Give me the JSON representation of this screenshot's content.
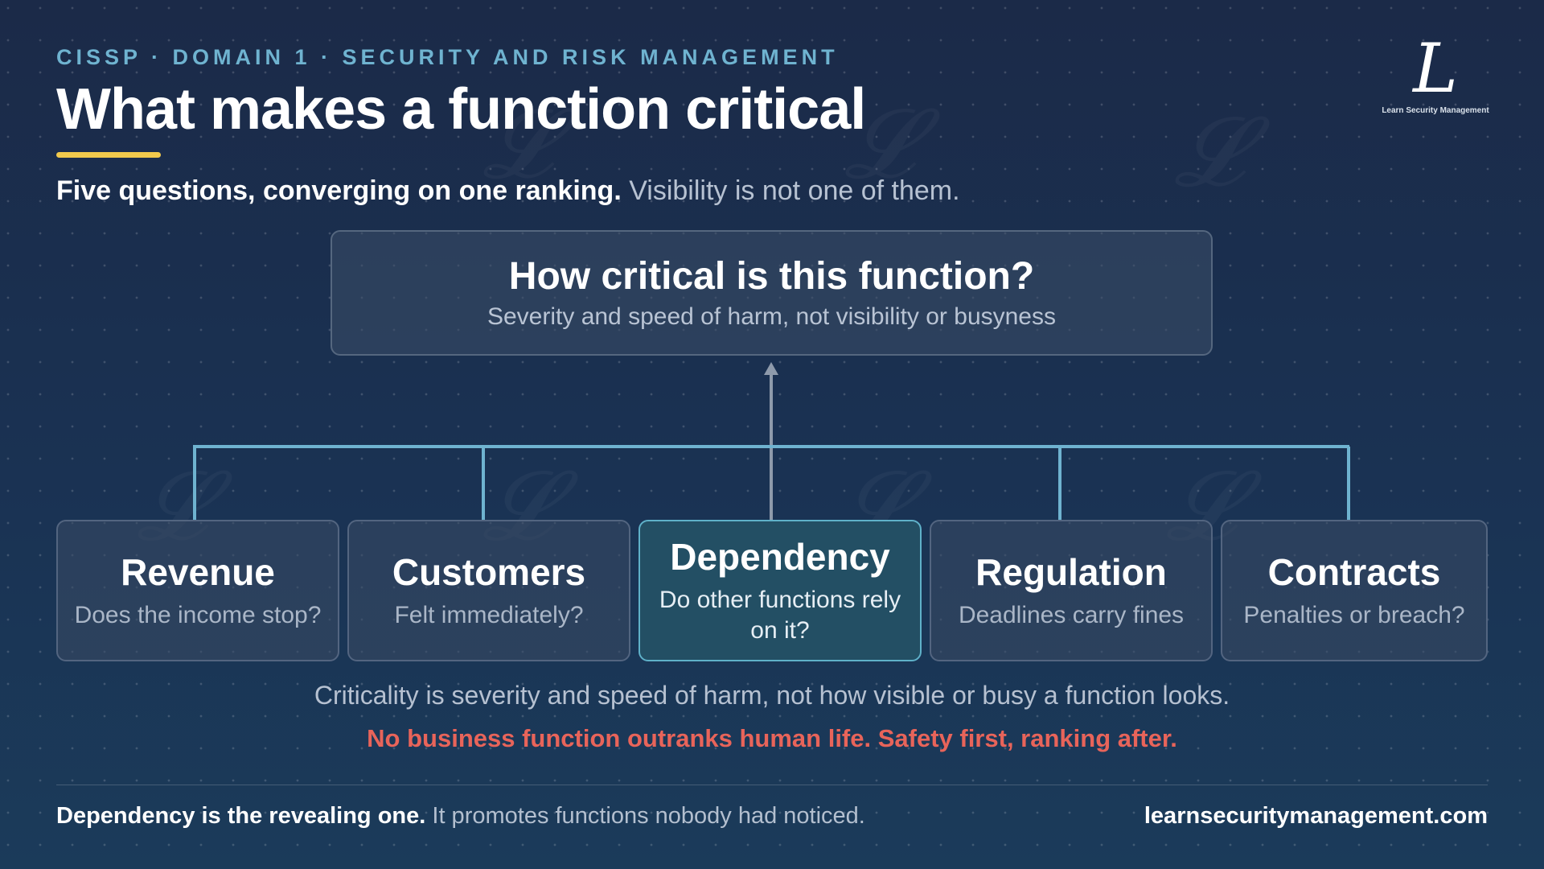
{
  "header": {
    "kicker": "CISSP · DOMAIN 1 · SECURITY AND RISK MANAGEMENT",
    "title": "What makes a function critical",
    "subtitle_bold": "Five questions, converging on one ranking.",
    "subtitle_rest": "Visibility is not one of them."
  },
  "logo": {
    "mark": "L",
    "text": "Learn Security Management"
  },
  "root": {
    "title": "How critical is this function?",
    "subtitle": "Severity and speed of harm, not visibility or busyness"
  },
  "criteria": [
    {
      "title": "Revenue",
      "subtitle": "Does the income stop?"
    },
    {
      "title": "Customers",
      "subtitle": "Felt immediately?"
    },
    {
      "title": "Dependency",
      "subtitle": "Do other functions rely on it?"
    },
    {
      "title": "Regulation",
      "subtitle": "Deadlines carry fines"
    },
    {
      "title": "Contracts",
      "subtitle": "Penalties or breach?"
    }
  ],
  "notes": {
    "principle": "Criticality is severity and speed of harm, not how visible or busy a function looks.",
    "warning": "No business function outranks human life. Safety first, ranking after."
  },
  "footer": {
    "bold": "Dependency is the revealing one.",
    "rest": "It promotes functions nobody had noticed.",
    "url": "learnsecuritymanagement.com"
  },
  "colors": {
    "accent": "#6fb3d0",
    "underline": "#f2c94c",
    "warning": "#e8645a",
    "highlight": "#234f64"
  }
}
